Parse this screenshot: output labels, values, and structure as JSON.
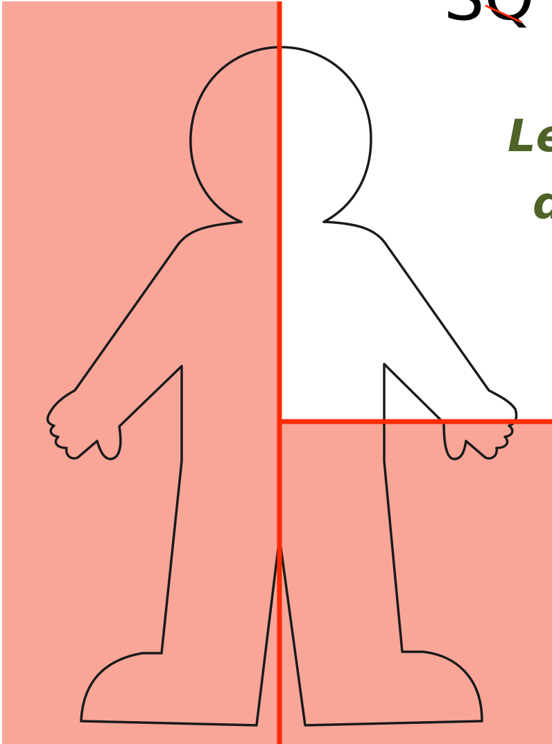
{
  "heading_fragment": "SQ",
  "caption_lines": [
    "Le",
    "d"
  ],
  "colors": {
    "shade": "#f9a194",
    "divider": "#ff2a00",
    "outline": "#1a1a1a",
    "caption": "#4f6228",
    "heading": "#000000"
  },
  "regions": [
    {
      "name": "left-half",
      "shaded": true
    },
    {
      "name": "top-right-quarter",
      "shaded": false
    },
    {
      "name": "bottom-right-quarter",
      "shaded": true
    }
  ],
  "shaded_fraction": 0.75
}
